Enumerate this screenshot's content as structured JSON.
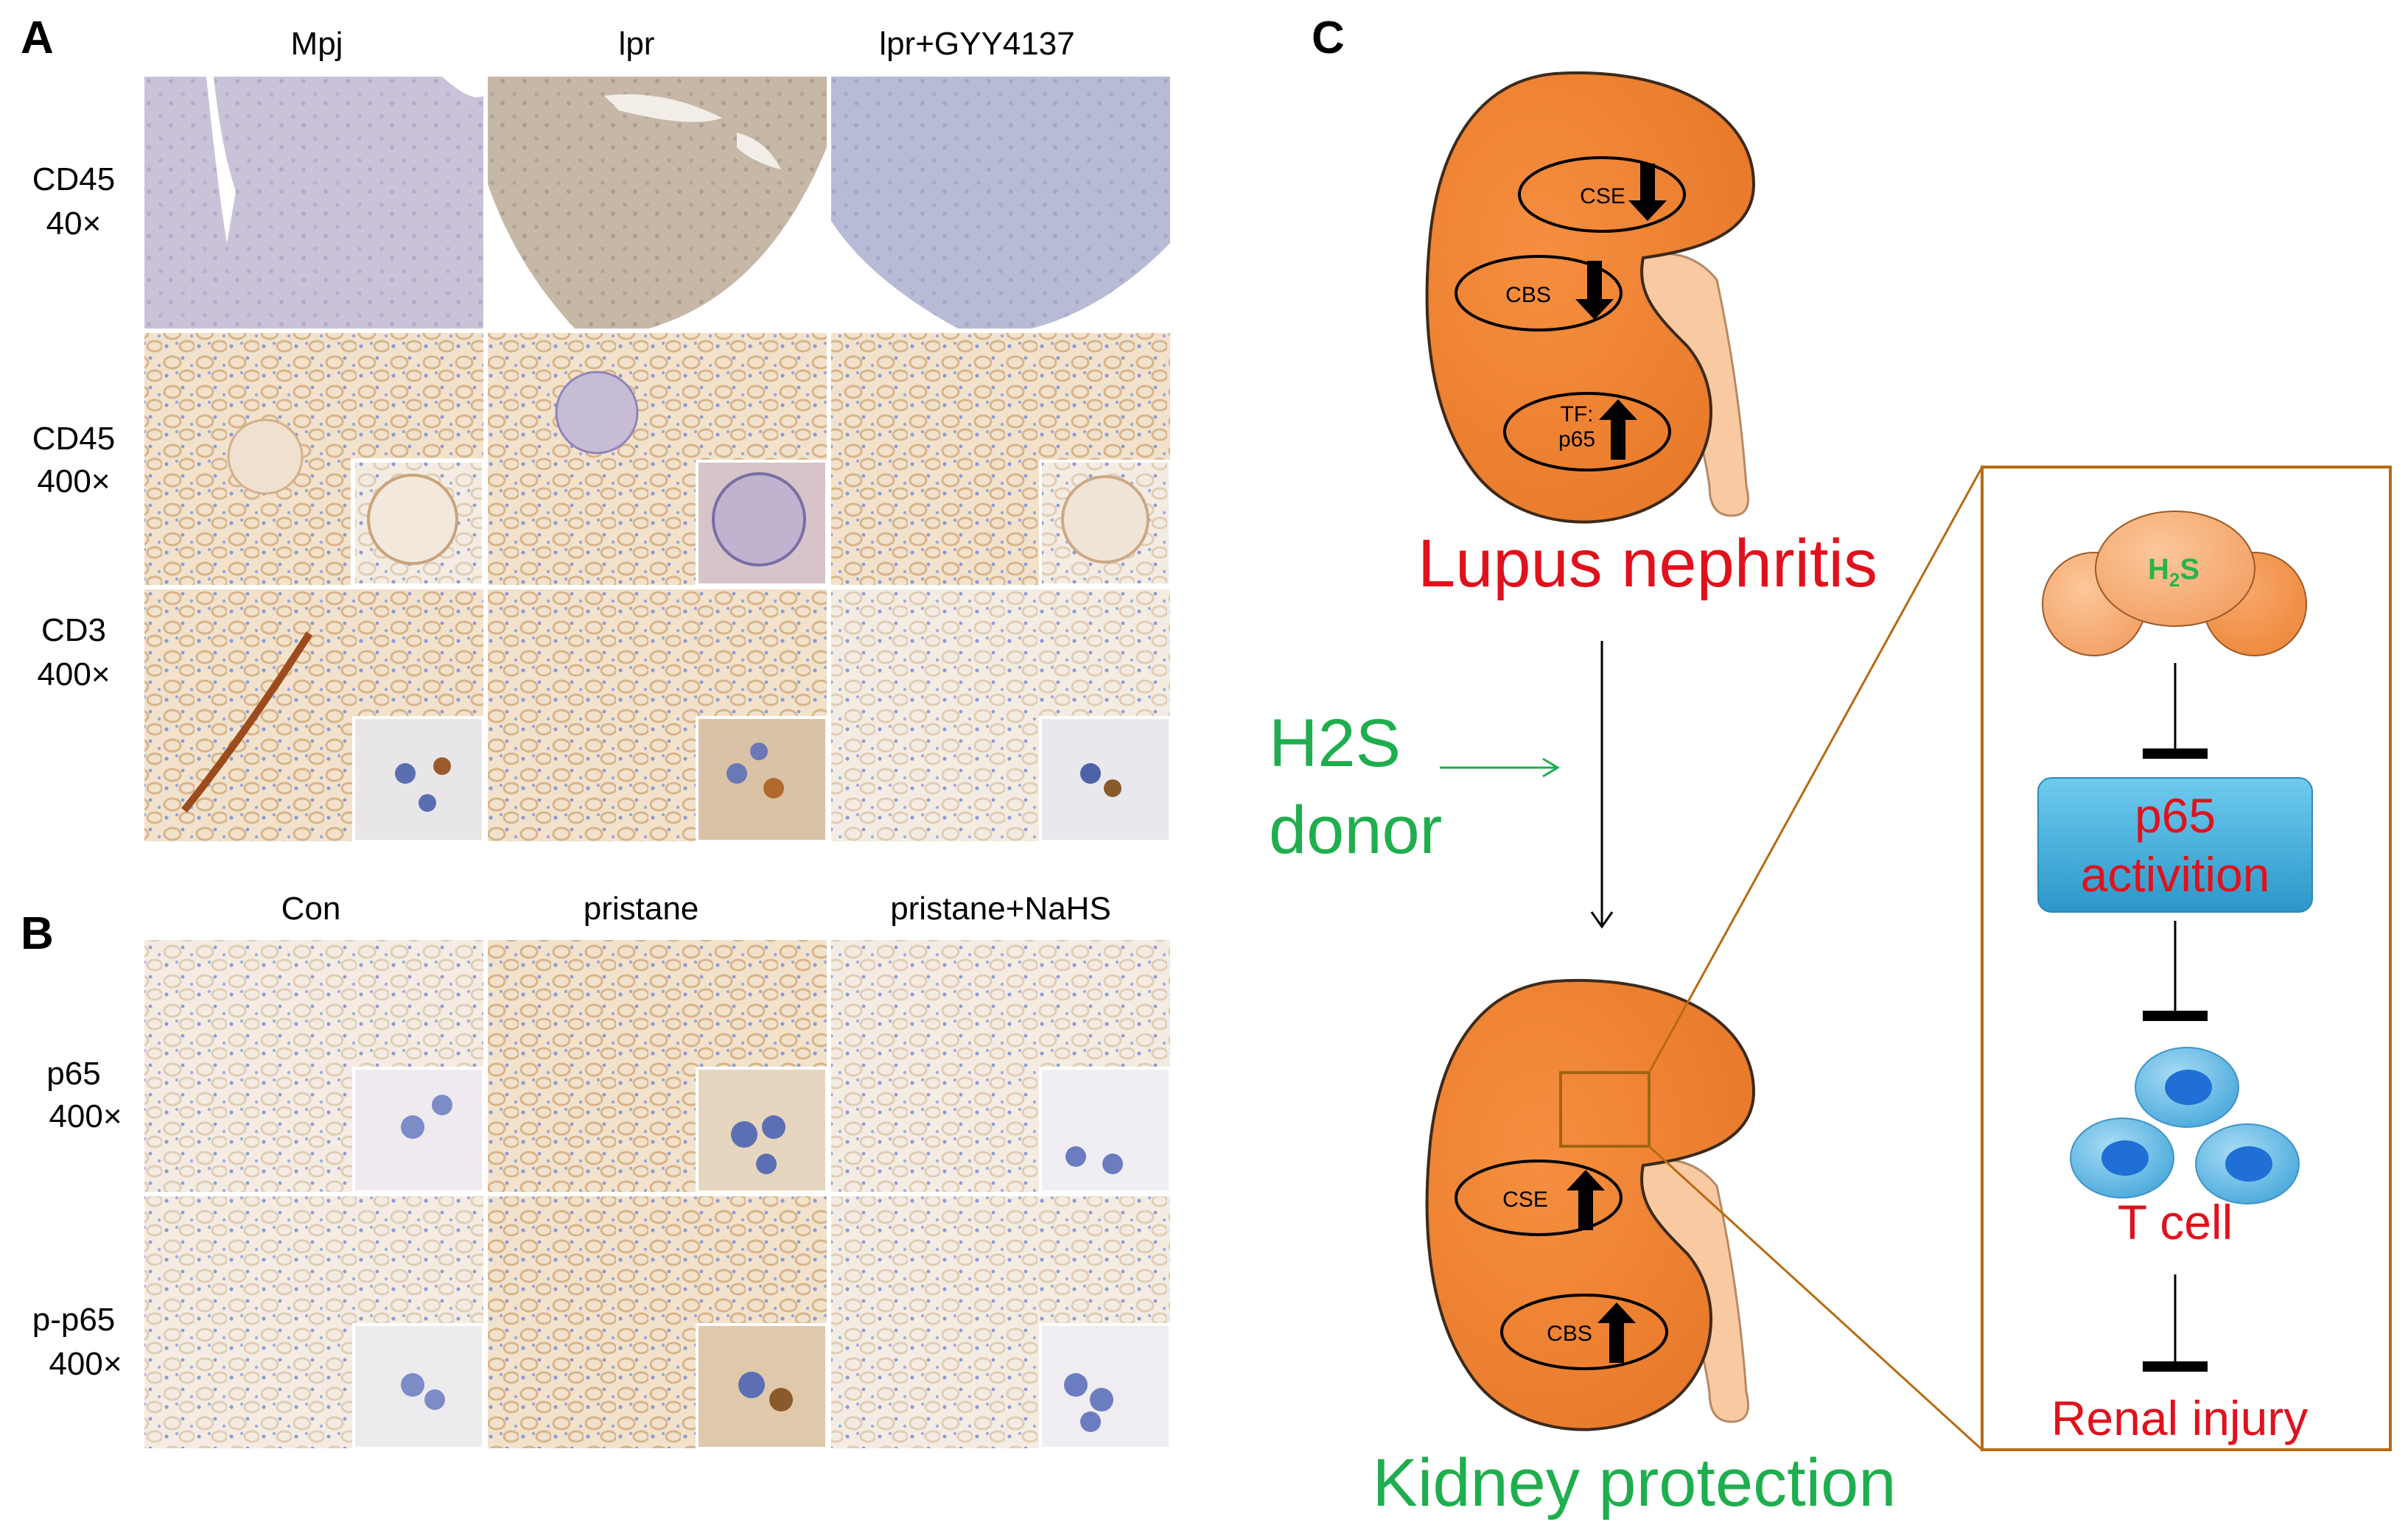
{
  "panel_a": {
    "letter": "A",
    "columns": [
      "Mpj",
      "lpr",
      "lpr+GYY4137"
    ],
    "rows": [
      {
        "label1": "CD45",
        "label2": "40×"
      },
      {
        "label1": "CD45",
        "label2": "400×"
      },
      {
        "label1": "CD3",
        "label2": "400×"
      }
    ]
  },
  "panel_b": {
    "letter": "B",
    "columns": [
      "Con",
      "pristane",
      "pristane+NaHS"
    ],
    "rows": [
      {
        "label1": "p65",
        "label2": "400×"
      },
      {
        "label1": "p-p65",
        "label2": "400×"
      }
    ]
  },
  "panel_c": {
    "letter": "C",
    "top_kidney": {
      "title": "Lupus nephritis",
      "markers": [
        {
          "label": "CSE",
          "direction": "down"
        },
        {
          "label": "CBS",
          "direction": "down"
        },
        {
          "label": "TF:",
          "label2": "p65",
          "direction": "up"
        }
      ]
    },
    "donor": {
      "line1": "H2S",
      "line2": "donor"
    },
    "bottom_kidney": {
      "title": "Kidney protection",
      "markers": [
        {
          "label": "CSE",
          "direction": "up"
        },
        {
          "label": "CBS",
          "direction": "up"
        }
      ]
    },
    "mechanism": {
      "molecule": "H",
      "molecule_sub": "2",
      "molecule_end": "S",
      "box_line1": "p65",
      "box_line2": "activition",
      "cell_label": "T cell",
      "outcome": "Renal injury"
    }
  },
  "colors": {
    "kidney": "#f08a3c",
    "ureter": "#f9c9a2",
    "title_red": "#e0111c",
    "title_green": "#1fae4e",
    "detail_box": "#b86a10",
    "p65_box": "#2fa8d8",
    "cell": "#55b6e6",
    "nucleus": "#1f6fd6",
    "h2s_text": "#29b34a"
  },
  "icons": [
    "down-arrow-icon",
    "up-arrow-icon",
    "inhibition-icon",
    "t-cell-icon",
    "h2s-molecule-icon"
  ]
}
